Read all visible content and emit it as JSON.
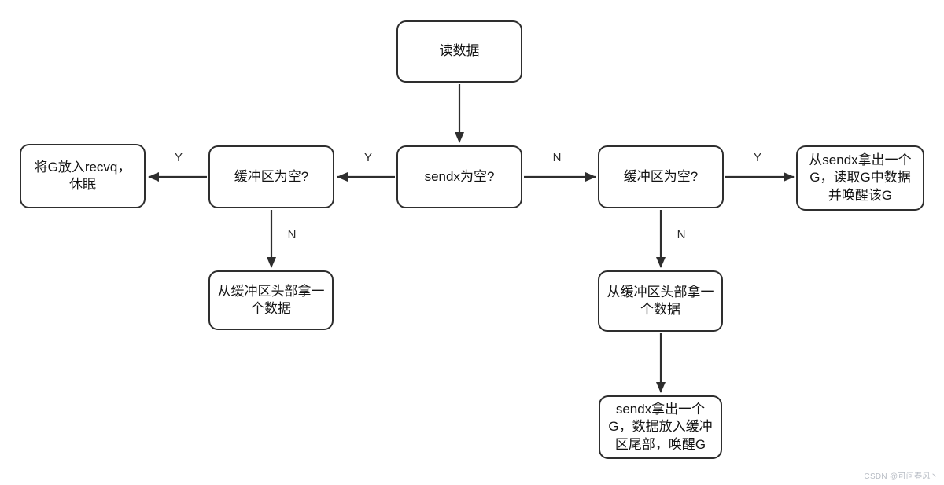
{
  "diagram": {
    "nodes": {
      "read": {
        "lines": [
          "读数据"
        ]
      },
      "sendx_empty": {
        "lines": [
          "sendx为空?"
        ]
      },
      "buffer_empty_left": {
        "lines": [
          "缓冲区为空?"
        ]
      },
      "put_recvq": {
        "lines": [
          "将G放入recvq，",
          "休眠"
        ]
      },
      "buffer_empty_right": {
        "lines": [
          "缓冲区为空?"
        ]
      },
      "take_sendx_g": {
        "lines": [
          "从sendx拿出一个",
          "G，读取G中数据",
          "并唤醒该G"
        ]
      },
      "take_head_left": {
        "lines": [
          "从缓冲区头部拿一",
          "个数据"
        ]
      },
      "take_head_right": {
        "lines": [
          "从缓冲区头部拿一",
          "个数据"
        ]
      },
      "sendx_put_tail": {
        "lines": [
          "sendx拿出一个",
          "G，数据放入缓冲",
          "区尾部，唤醒G"
        ]
      }
    },
    "edge_labels": {
      "sendx_to_left": "Y",
      "sendx_to_right": "N",
      "left_to_recvq": "Y",
      "left_down": "N",
      "right_to_sendxg": "Y",
      "right_down": "N"
    },
    "colors": {
      "line": "#2e2e2e",
      "text": "#141414",
      "background": "#ffffff",
      "watermark": "#b7bcc4"
    }
  },
  "watermark": {
    "text": "CSDN @可问春风丶"
  }
}
